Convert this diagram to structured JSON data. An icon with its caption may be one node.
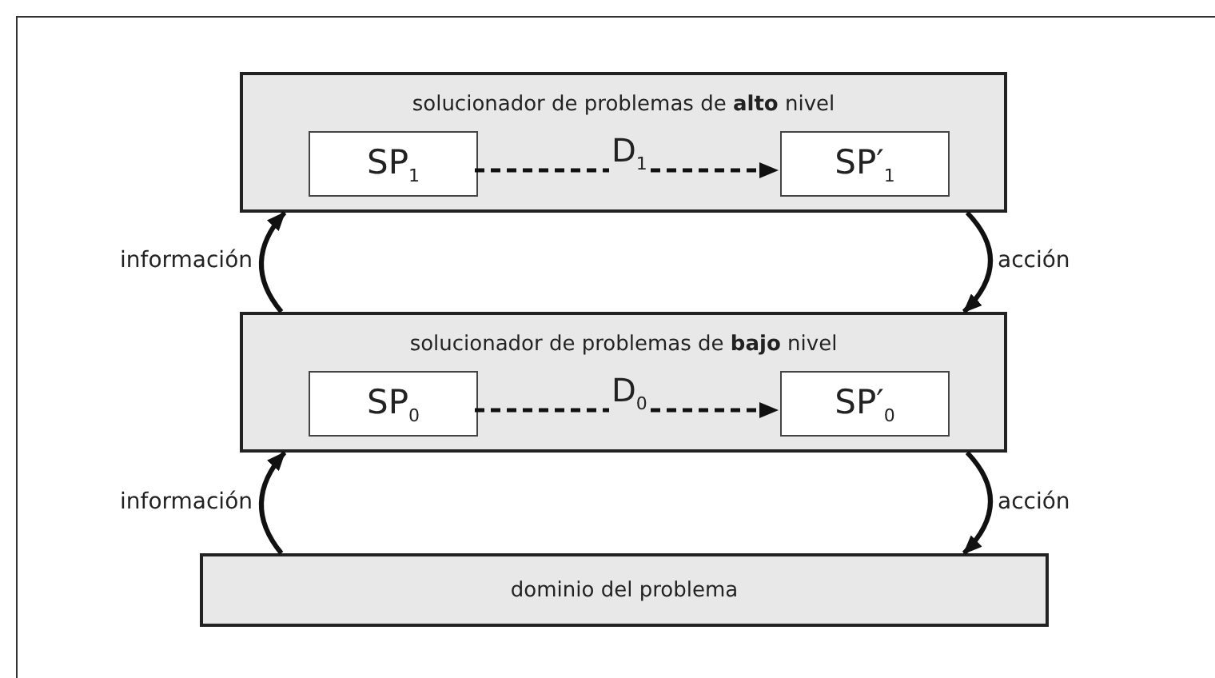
{
  "diagram": {
    "nodes": [
      {
        "text": [
          "solucionador de problemas de **alto** nivel"
        ]
      },
      {
        "text": [
          "SP$_{1}$"
        ],
        "in": 0
      },
      {
        "text": [
          "SP′$_{1}$"
        ],
        "in": 0
      },
      {
        "text": [
          "solucionador de problemas de **bajo** nivel"
        ]
      },
      {
        "text": [
          "SP$_{0}$"
        ],
        "in": 3
      },
      {
        "text": [
          "SP′$_{0}$"
        ],
        "in": 3
      },
      {
        "text": [
          "dominio del problema"
        ]
      }
    ],
    "edges": [
      {
        "from": 1,
        "to": 2,
        "arrow": "to",
        "label": "D$_{1}$",
        "style": "dashed"
      },
      {
        "from": 3,
        "to": 0,
        "arrow": "to",
        "label": "información"
      },
      {
        "from": 0,
        "to": 3,
        "arrow": "to",
        "label": "acción"
      },
      {
        "from": 4,
        "to": 5,
        "arrow": "to",
        "label": "D$_{0}$",
        "style": "dashed"
      },
      {
        "from": 6,
        "to": 3,
        "arrow": "to",
        "label": "información"
      },
      {
        "from": 3,
        "to": 6,
        "arrow": "to",
        "label": "acción"
      }
    ]
  }
}
